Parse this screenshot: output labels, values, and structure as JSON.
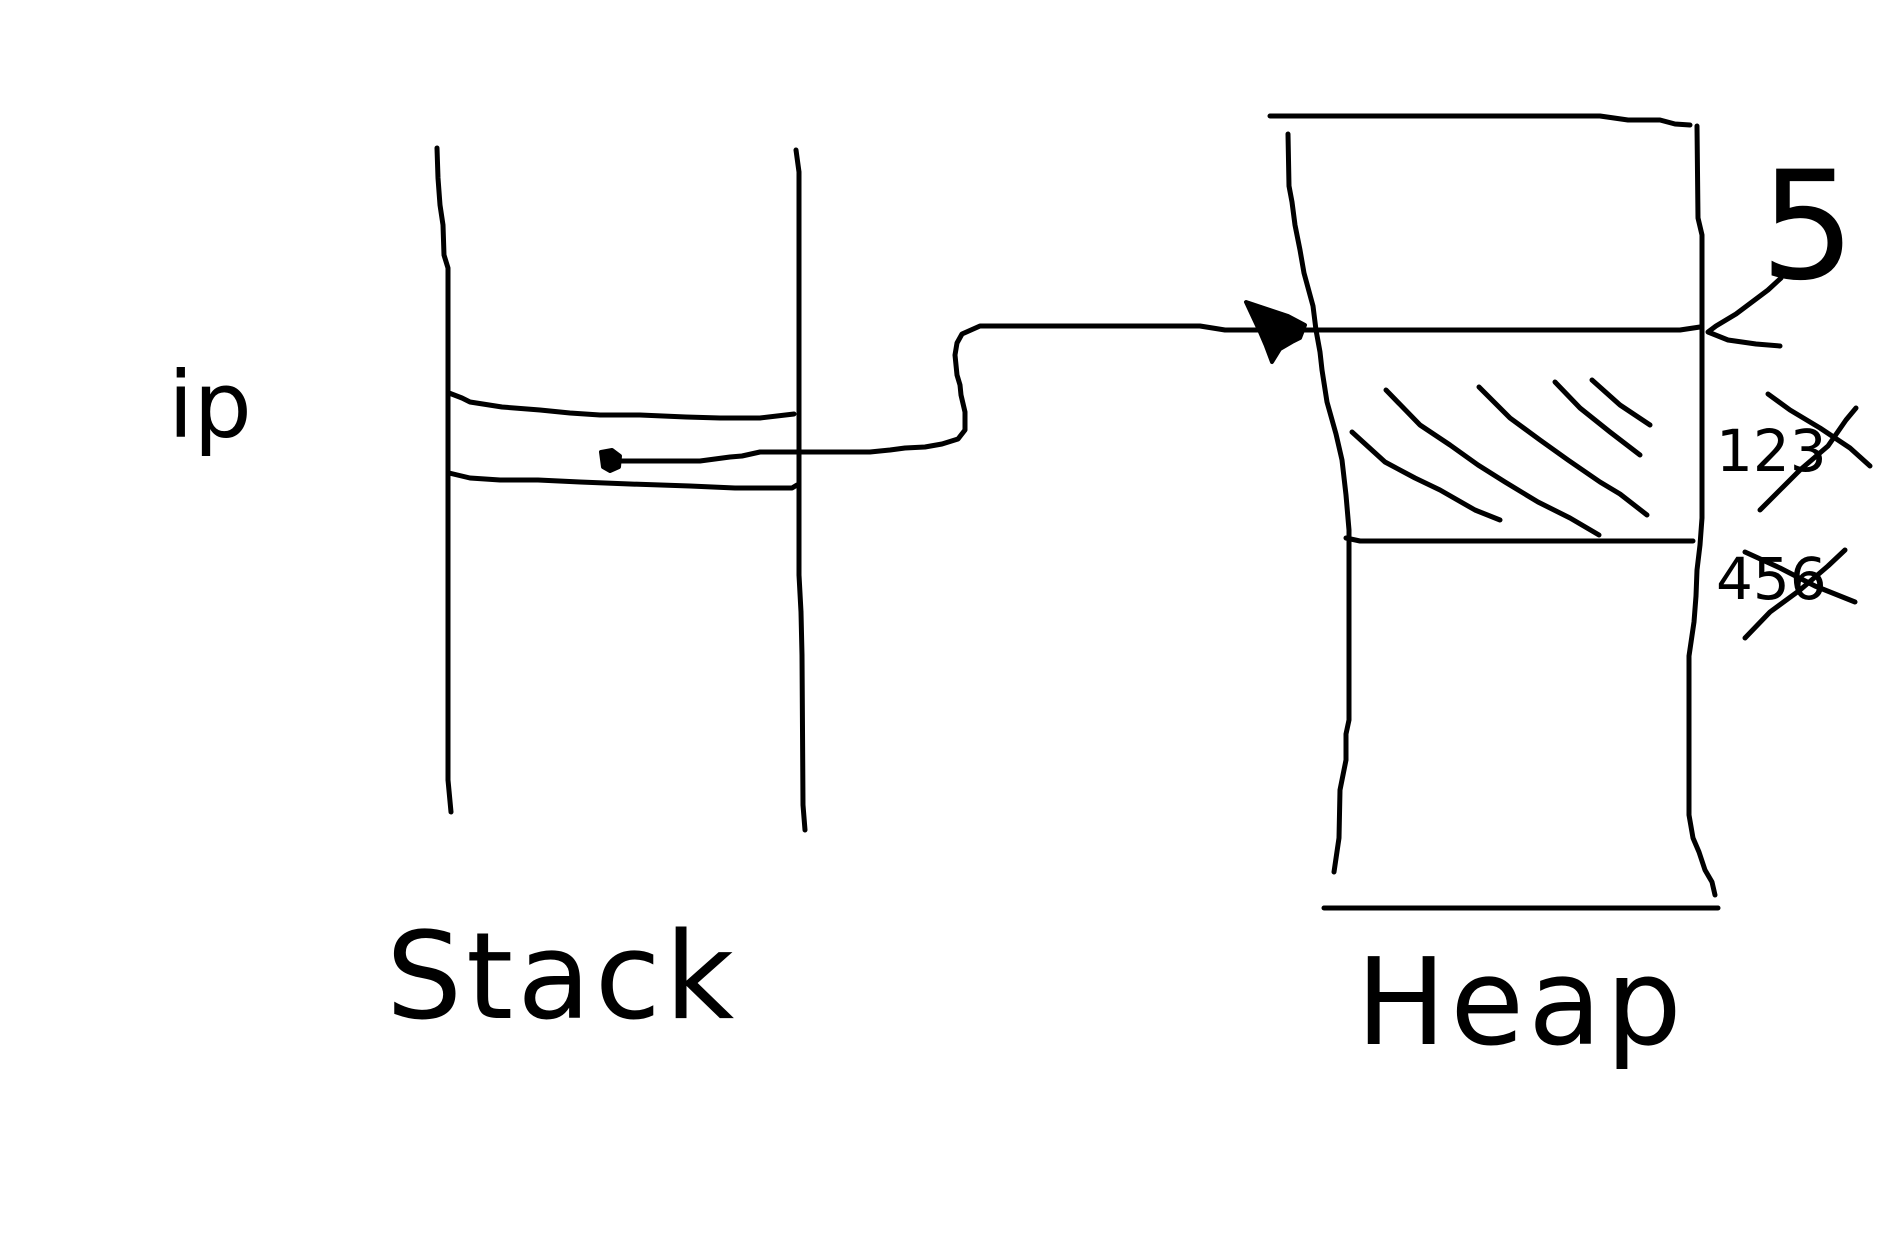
{
  "labels": {
    "stack": "Stack",
    "heap": "Heap",
    "pointer": "ip"
  },
  "annotations": {
    "value_current": "5",
    "value_struck_1": "123",
    "value_struck_2": "456"
  },
  "colors": {
    "ink": "#000000",
    "background": "#ffffff"
  }
}
